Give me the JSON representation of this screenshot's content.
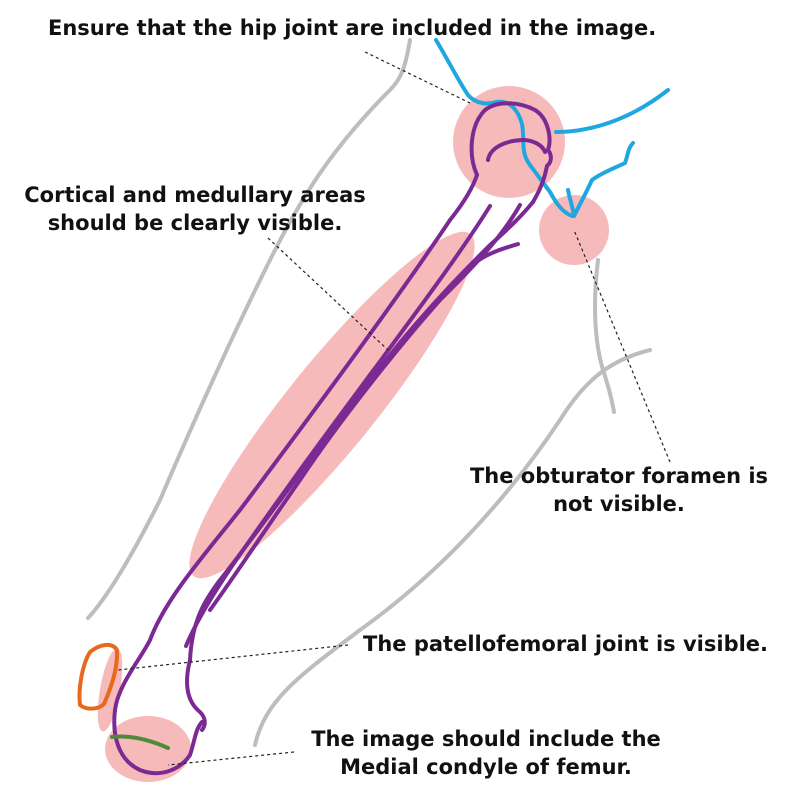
{
  "annotations": {
    "hip": {
      "lines": [
        "Ensure that the hip joint are included in the image."
      ]
    },
    "cortical": {
      "lines": [
        "Cortical and medullary areas",
        "should be clearly visible."
      ]
    },
    "obturator": {
      "lines": [
        "The obturator foramen is",
        "not visible."
      ]
    },
    "patellofemoral": {
      "lines": [
        "The patellofemoral joint is visible."
      ]
    },
    "condyle": {
      "lines": [
        "The image should include the",
        "Medial condyle of femur."
      ]
    }
  },
  "colors": {
    "outline": "#bdbdbd",
    "highlight": "#f4a3a3",
    "femur": "#7b2a93",
    "pelvis": "#1ea7e1",
    "patella": "#e8681e",
    "condyle_line": "#4e8a3a",
    "leader": "#222222"
  }
}
